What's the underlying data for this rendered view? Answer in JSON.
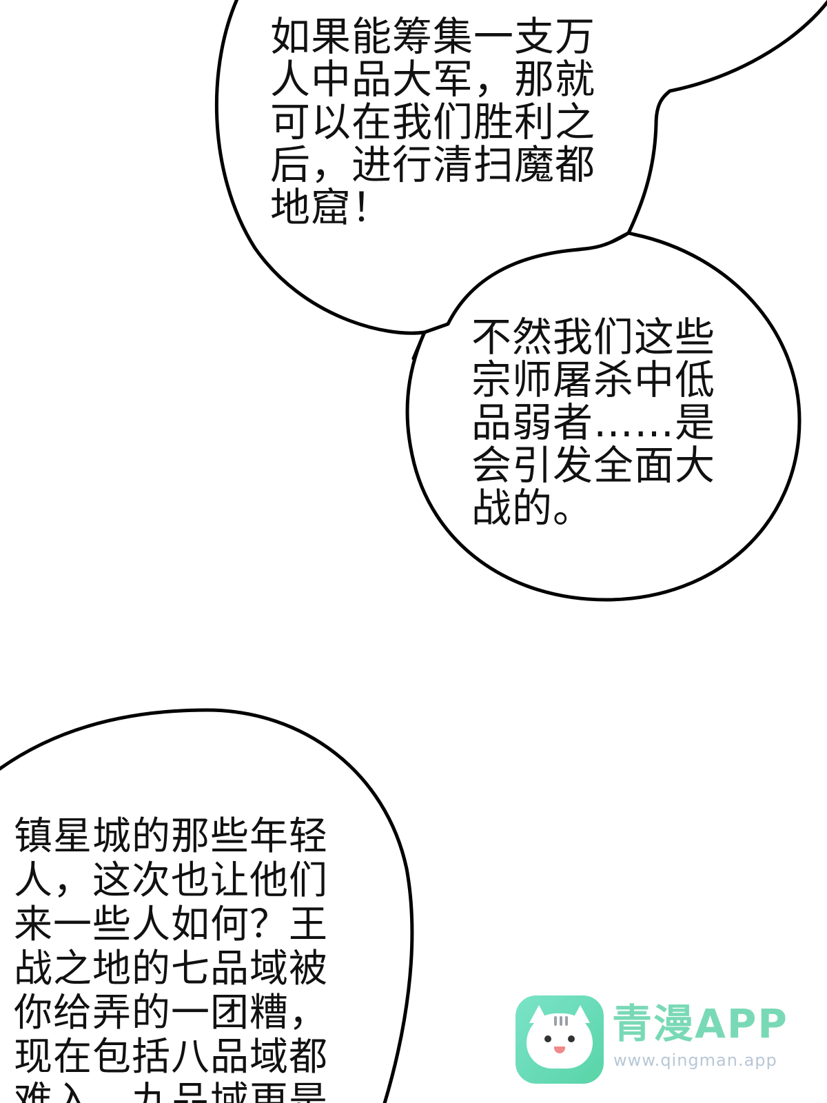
{
  "bubbles": [
    {
      "id": "bubble-1",
      "text": "如果能筹集一支万\n人中品大军，那就\n可以在我们胜利之\n后，进行清扫魔都\n地窟！"
    },
    {
      "id": "bubble-2",
      "text": "不然我们这些\n宗师屠杀中低\n品弱者……是\n会引发全面大\n战的。"
    },
    {
      "id": "bubble-3",
      "text": "镇星城的那些年轻\n人，这次也让他们\n来一些人如何？王\n战之地的七品域被\n你给弄的一团糟，\n现在包括八品域都\n难入，九品域更是"
    }
  ],
  "watermark": {
    "title": "青漫APP",
    "url": "www.qingman.app",
    "colors": {
      "logo": "#59d4a8",
      "title": "#79d9b6",
      "url": "#b8c7d6"
    }
  },
  "colors": {
    "background": "#ffffff",
    "outline": "#000000",
    "text": "#111111"
  }
}
